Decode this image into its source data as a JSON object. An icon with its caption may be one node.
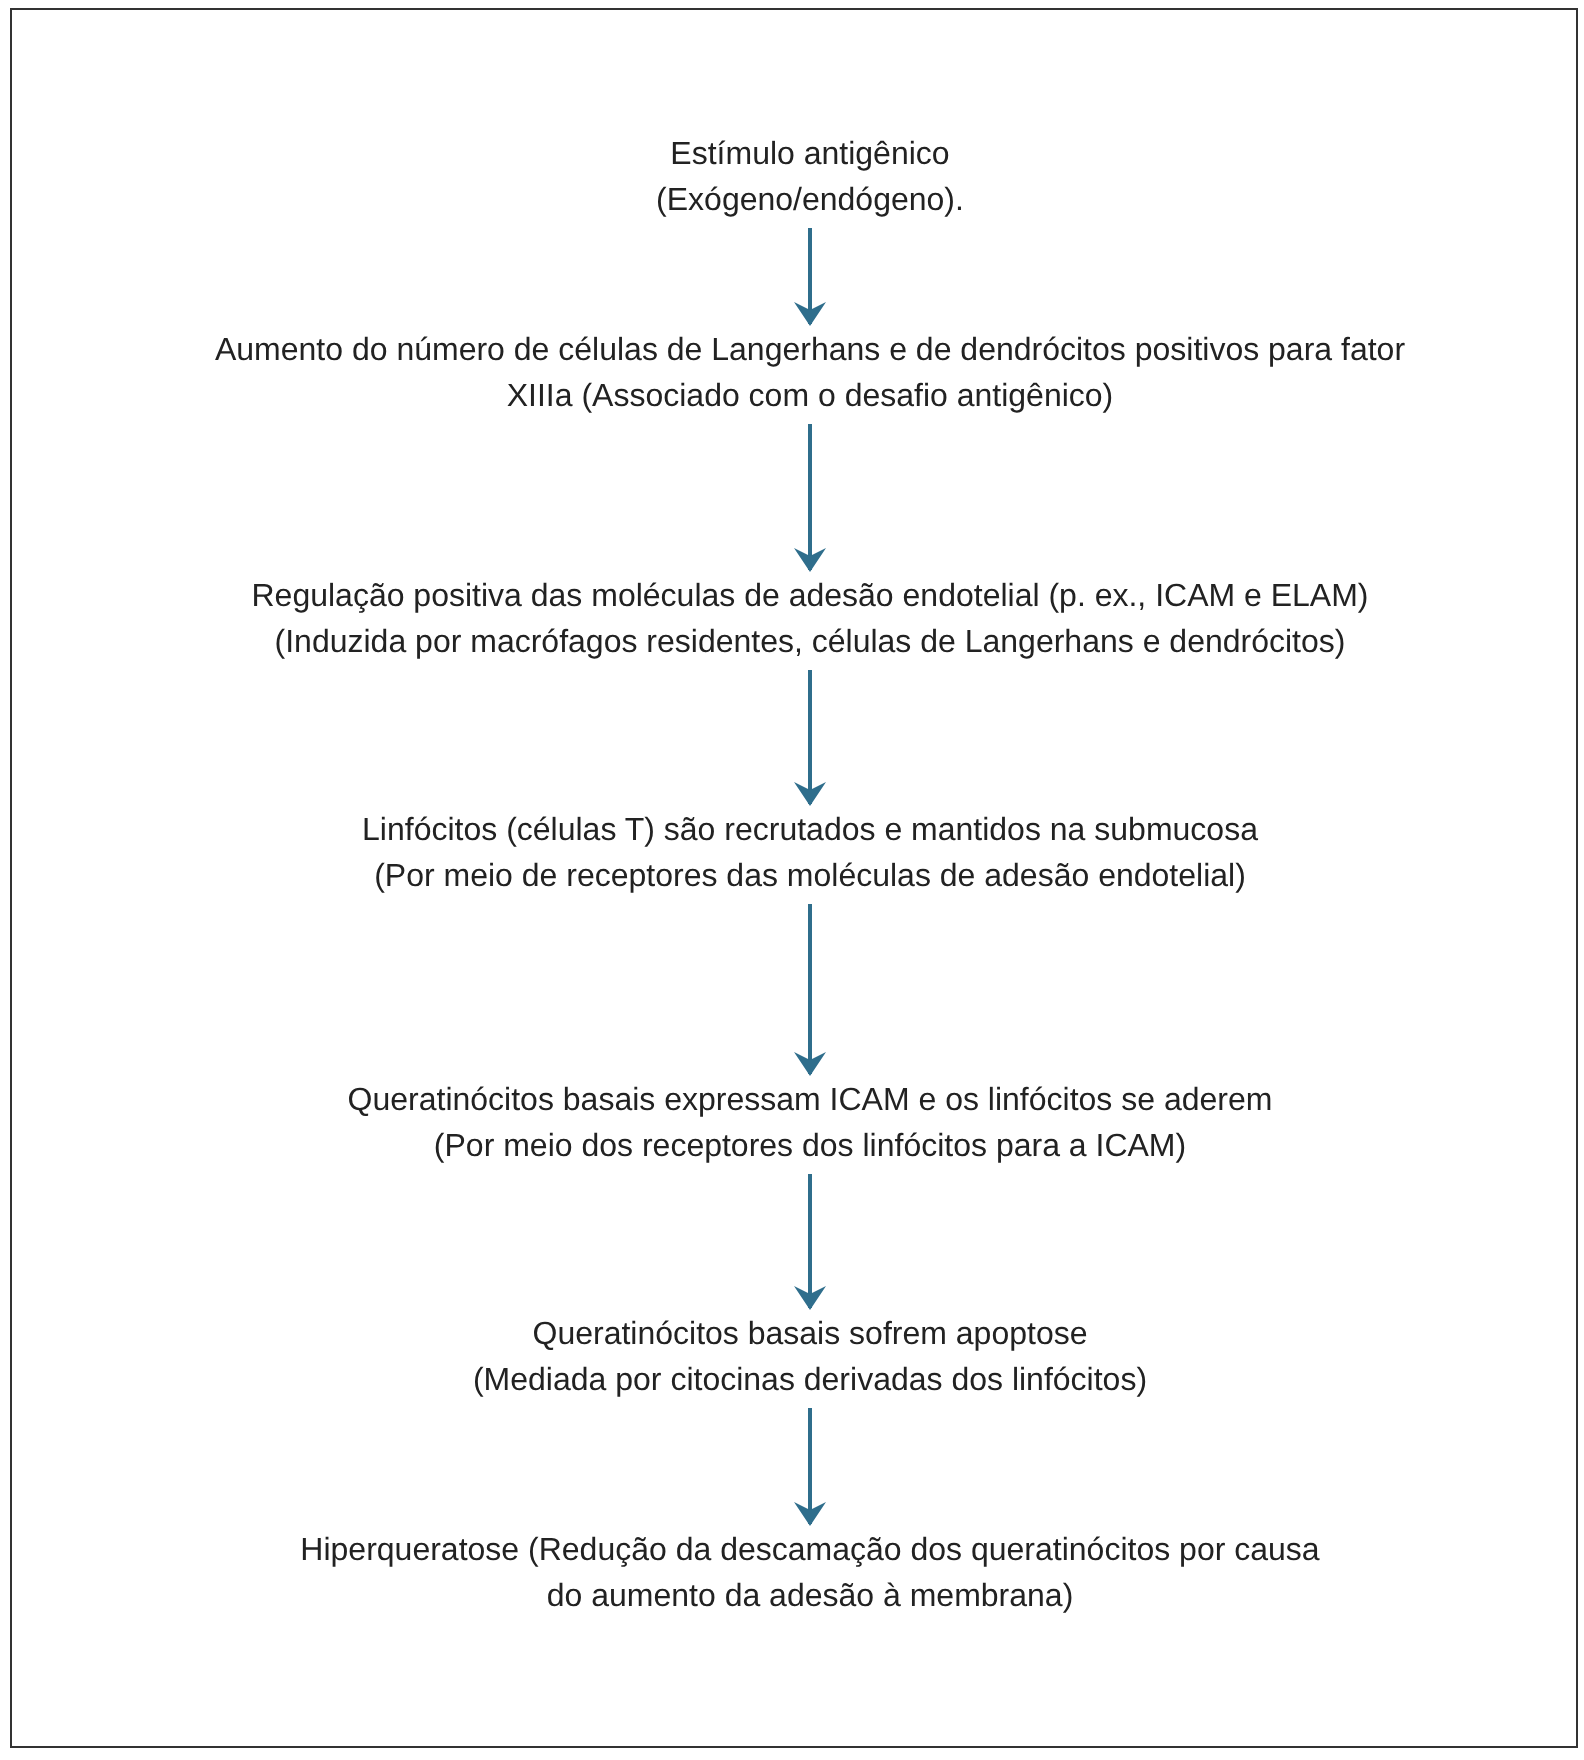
{
  "diagram": {
    "nodes": [
      {
        "text": [
          "Estímulo antigênico",
          "(Exógeno/endógeno)."
        ]
      },
      {
        "text": [
          "Aumento do número de células de Langerhans e de dendrócitos positivos para fator XIIIa (Associado com o desafio antigênico)"
        ]
      },
      {
        "text": [
          "Regulação positiva das moléculas de adesão endotelial (p. ex., ICAM e ELAM)",
          "(Induzida por macrófagos residentes, células de Langerhans e dendrócitos)"
        ]
      },
      {
        "text": [
          "Linfócitos (células T) são recrutados e mantidos na submucosa",
          "(Por meio de receptores das moléculas de adesão endotelial)"
        ]
      },
      {
        "text": [
          "Queratinócitos basais expressam ICAM e os linfócitos se aderem",
          "(Por meio dos receptores dos linfócitos para a ICAM)"
        ]
      },
      {
        "text": [
          "Queratinócitos basais sofrem apoptose",
          "(Mediada por citocinas derivadas dos linfócitos)"
        ]
      },
      {
        "text": [
          "Hiperqueratose (Redução da descamação dos queratinócitos por causa do aumento da adesão à membrana)"
        ]
      }
    ],
    "edges": [
      {
        "from": 0,
        "to": 1,
        "arrow": "to"
      },
      {
        "from": 1,
        "to": 2,
        "arrow": "to"
      },
      {
        "from": 2,
        "to": 3,
        "arrow": "to"
      },
      {
        "from": 3,
        "to": 4,
        "arrow": "to"
      },
      {
        "from": 4,
        "to": 5,
        "arrow": "to"
      },
      {
        "from": 5,
        "to": 6,
        "arrow": "to"
      }
    ]
  }
}
